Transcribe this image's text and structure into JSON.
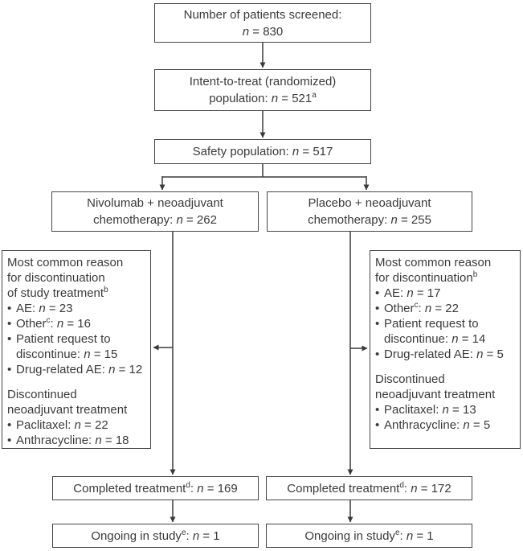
{
  "styles": {
    "text_color": "#3a3a3a",
    "border_color": "#454545",
    "line_color": "#3a3a3a",
    "background": "#ffffff"
  },
  "nodes": {
    "screened": {
      "lines": [
        "Number of patients screened:",
        "*n* = 830"
      ]
    },
    "itt": {
      "lines": [
        "Intent-to-treat (randomized)",
        "population: *n* = 521^a^"
      ]
    },
    "safety": {
      "lines": [
        "Safety population: *n* = 517"
      ]
    },
    "nivolumab_arm": {
      "lines": [
        "Nivolumab + neoadjuvant",
        "chemotherapy: *n* = 262"
      ]
    },
    "placebo_arm": {
      "lines": [
        "Placebo + neoadjuvant",
        "chemotherapy: *n* = 255"
      ]
    },
    "nivolumab_discontinued": {
      "lines": [
        "Most common reason",
        "for discontinuation",
        "of study treatment^b^",
        {
          "text": "AE: *n* = 23",
          "bullet": true
        },
        {
          "text": "Other^c^: *n* = 16",
          "bullet": true
        },
        {
          "text": "Patient request to",
          "bullet": true
        },
        {
          "text": "discontinue: *n* = 15",
          "indent": true
        },
        {
          "text": "Drug-related AE: *n* = 12",
          "bullet": true
        },
        {
          "spacer": true
        },
        "Discontinued",
        "neoadjuvant treatment",
        {
          "text": "Paclitaxel: *n* = 22",
          "bullet": true
        },
        {
          "text": "Anthracycline: *n* = 18",
          "bullet": true
        }
      ]
    },
    "placebo_discontinued": {
      "lines": [
        "Most common reason",
        "for discontinuation^b^",
        {
          "text": "AE: *n* = 17",
          "bullet": true
        },
        {
          "text": "Other^c^: *n* = 22",
          "bullet": true
        },
        {
          "text": "Patient request to",
          "bullet": true
        },
        {
          "text": "discontinue: *n* = 14",
          "indent": true
        },
        {
          "text": "Drug-related AE: *n* = 5",
          "bullet": true
        },
        {
          "spacer": true
        },
        "Discontinued",
        "neoadjuvant treatment",
        {
          "text": "Paclitaxel: *n* = 13",
          "bullet": true
        },
        {
          "text": "Anthracycline: *n* = 5",
          "bullet": true
        }
      ]
    },
    "nivolumab_completed": {
      "lines": [
        "Completed treatment^d^: *n* = 169"
      ]
    },
    "placebo_completed": {
      "lines": [
        "Completed treatment^d^: *n* = 172"
      ]
    },
    "nivolumab_ongoing": {
      "lines": [
        "Ongoing in study^e^: *n* = 1"
      ]
    },
    "placebo_ongoing": {
      "lines": [
        "Ongoing in study^e^: *n* = 1"
      ]
    }
  }
}
